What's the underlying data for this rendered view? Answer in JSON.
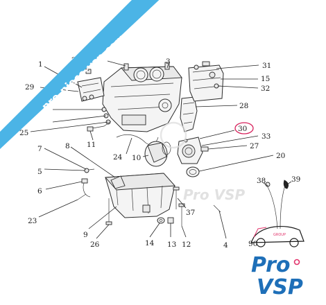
{
  "banner": {
    "text": "pro-piece-vsp.com",
    "color": "#4bb4e6"
  },
  "watermark": {
    "text": "Pro VSP"
  },
  "logo": {
    "line1": "Pro",
    "line2": "VSP",
    "group": "GROUP",
    "color": "#1e6fb8",
    "accent": "#e2336b"
  },
  "callouts": [
    {
      "id": "1",
      "label": "1"
    },
    {
      "id": "2",
      "label": "2"
    },
    {
      "id": "3",
      "label": "3"
    },
    {
      "id": "4",
      "label": "4"
    },
    {
      "id": "5",
      "label": "5"
    },
    {
      "id": "6",
      "label": "6"
    },
    {
      "id": "7",
      "label": "7"
    },
    {
      "id": "8",
      "label": "8"
    },
    {
      "id": "9",
      "label": "9"
    },
    {
      "id": "10",
      "label": "10"
    },
    {
      "id": "11",
      "label": "11"
    },
    {
      "id": "12",
      "label": "12"
    },
    {
      "id": "13",
      "label": "13"
    },
    {
      "id": "14",
      "label": "14"
    },
    {
      "id": "15",
      "label": "15"
    },
    {
      "id": "20",
      "label": "20"
    },
    {
      "id": "23",
      "label": "23"
    },
    {
      "id": "24",
      "label": "24"
    },
    {
      "id": "25",
      "label": "25"
    },
    {
      "id": "26",
      "label": "26"
    },
    {
      "id": "27",
      "label": "27"
    },
    {
      "id": "28",
      "label": "28"
    },
    {
      "id": "29",
      "label": "29"
    },
    {
      "id": "30",
      "label": "30",
      "highlighted": true
    },
    {
      "id": "31",
      "label": "31"
    },
    {
      "id": "32",
      "label": "32"
    },
    {
      "id": "33",
      "label": "33"
    },
    {
      "id": "37",
      "label": "37"
    },
    {
      "id": "38",
      "label": "38"
    },
    {
      "id": "39",
      "label": "39"
    },
    {
      "id": "90",
      "label": "90"
    }
  ],
  "highlight_color": "#d61f5a"
}
